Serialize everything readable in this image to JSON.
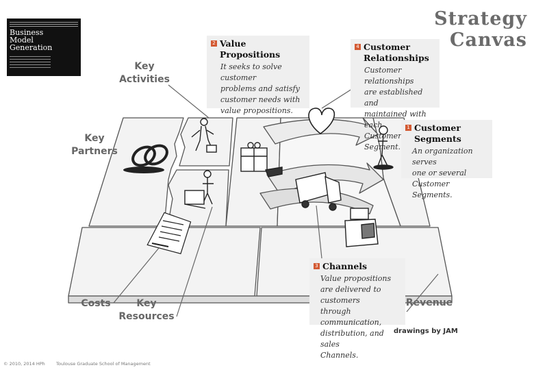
{
  "title": "Strategy Canvas",
  "book": {
    "title_lines": [
      "Business",
      "Model",
      "Generation"
    ]
  },
  "callouts": {
    "value_propositions": {
      "number": "2",
      "title_lines": [
        "Value",
        "Propositions"
      ],
      "body": "It seeks to solve customer\nproblems and satisfy\ncustomer needs with\nvalue propositions."
    },
    "customer_relationships": {
      "number": "4",
      "title_lines": [
        "Customer",
        "Relationships"
      ],
      "body": "Customer relationships\nare established and\nmaintained with each\nCustomer Segment."
    },
    "customer_segments": {
      "number": "1",
      "title_lines": [
        "Customer",
        "Segments"
      ],
      "body": "An organization serves\none or several Customer\nSegments."
    },
    "channels": {
      "number": "3",
      "title_lines": [
        "Channels"
      ],
      "body": "Value propositions\n are delivered to customers\nthrough communication,\ndistribution, and sales\nChannels."
    }
  },
  "labels": {
    "key_activities": [
      "Key",
      "Activities"
    ],
    "key_partners": [
      "Key",
      "Partners"
    ],
    "costs": [
      "Costs"
    ],
    "key_resources": [
      "Key",
      "Resources"
    ],
    "revenue": [
      "Revenue"
    ]
  },
  "credit": "drawings by JAM",
  "footer": {
    "copyright": "© 2010, 2014 HPh",
    "school": "Toulouse Graduate School of Management"
  }
}
